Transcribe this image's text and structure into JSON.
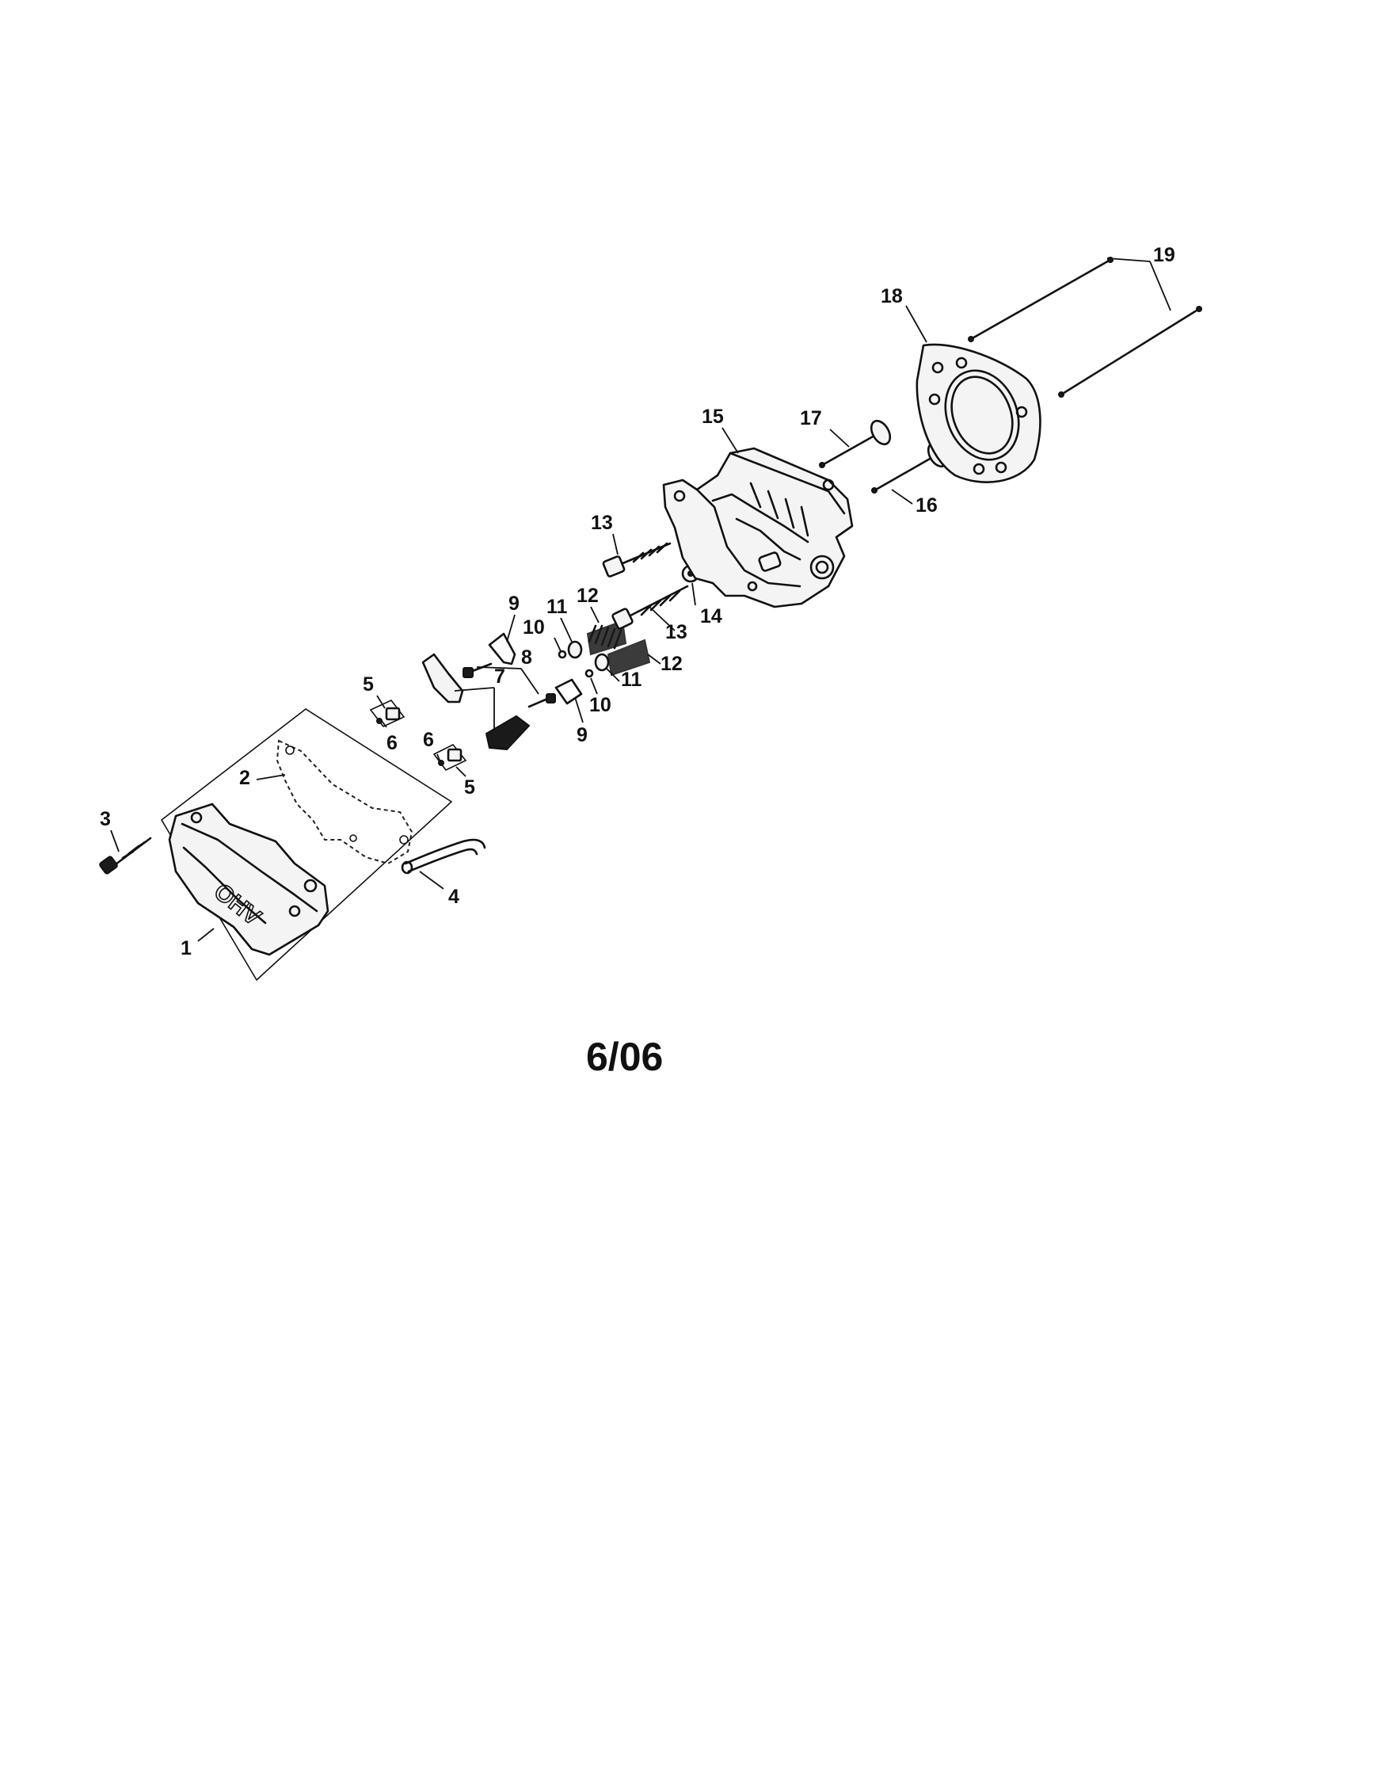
{
  "diagram": {
    "revision": "6/06",
    "cover_text": "OHV",
    "callouts": [
      "1",
      "2",
      "3",
      "4",
      "5",
      "5",
      "6",
      "6",
      "7",
      "8",
      "9",
      "9",
      "10",
      "10",
      "11",
      "11",
      "12",
      "12",
      "13",
      "13",
      "14",
      "15",
      "16",
      "17",
      "18",
      "19"
    ]
  }
}
